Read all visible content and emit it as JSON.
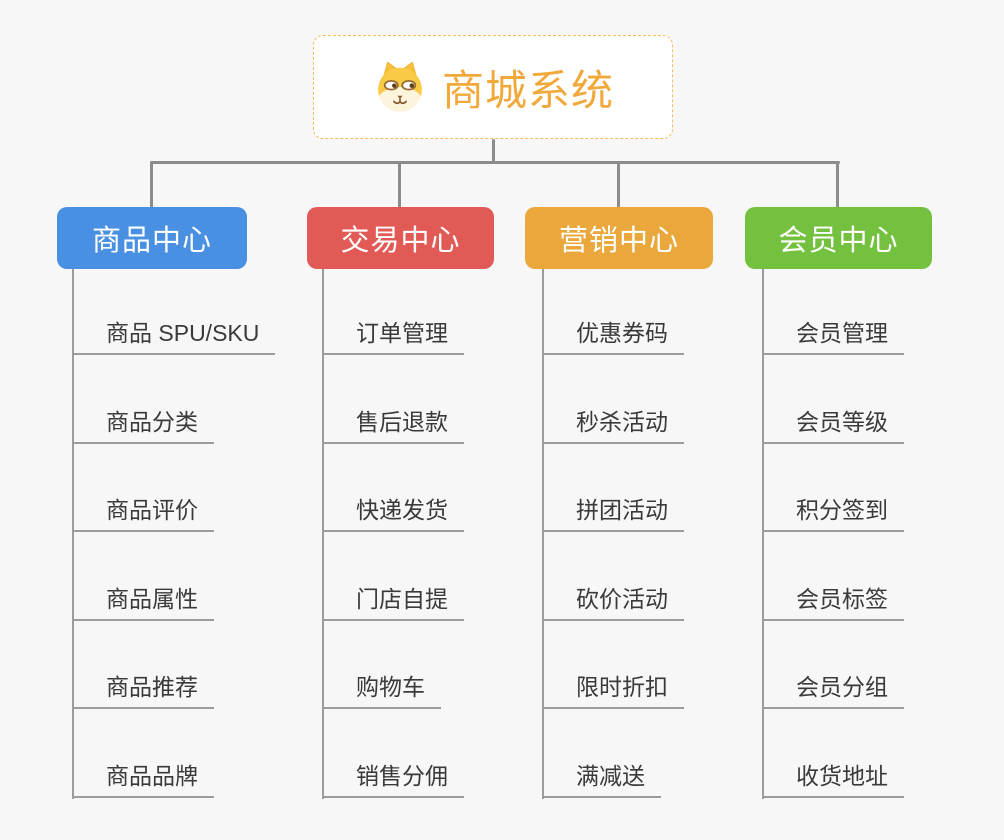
{
  "root": {
    "title": "商城系统",
    "icon": "dog-face-icon",
    "title_color": "#f2a93b",
    "border_color": "#f3bc5e"
  },
  "colors": {
    "connector": "#8c8c8c",
    "leaf_line": "#9c9c9c",
    "canvas_background": "#f7f7f7"
  },
  "branches": [
    {
      "label": "商品中心",
      "color": "#4a90e2",
      "items": [
        "商品 SPU/SKU",
        "商品分类",
        "商品评价",
        "商品属性",
        "商品推荐",
        "商品品牌"
      ]
    },
    {
      "label": "交易中心",
      "color": "#e25a56",
      "items": [
        "订单管理",
        "售后退款",
        "快递发货",
        "门店自提",
        "购物车",
        "销售分佣"
      ]
    },
    {
      "label": "营销中心",
      "color": "#eaa73c",
      "items": [
        "优惠券码",
        "秒杀活动",
        "拼团活动",
        "砍价活动",
        "限时折扣",
        "满减送"
      ]
    },
    {
      "label": "会员中心",
      "color": "#74c13f",
      "items": [
        "会员管理",
        "会员等级",
        "积分签到",
        "会员标签",
        "会员分组",
        "收货地址"
      ]
    }
  ]
}
